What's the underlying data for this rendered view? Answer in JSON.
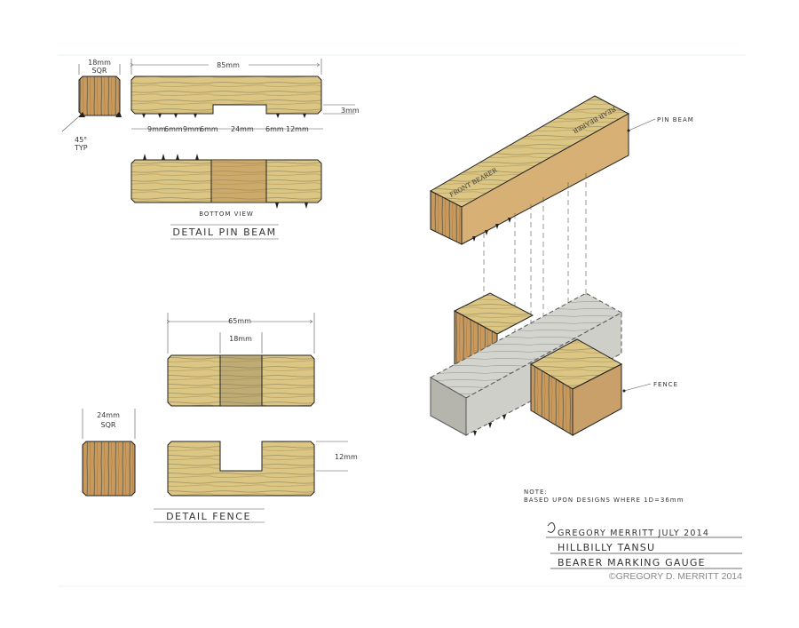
{
  "pin_beam_detail": {
    "end_size": "18mm",
    "end_sqr": "SQR",
    "chamfer": "45°",
    "chamfer_typ": "TYP",
    "length": "85mm",
    "notch_depth": "3mm",
    "spacings": [
      "9mm",
      "6mm",
      "9mm",
      "6mm",
      "24mm",
      "6mm",
      "12mm"
    ],
    "bottom_view_label": "BOTTOM VIEW",
    "title": "DETAIL PIN BEAM"
  },
  "fence_detail": {
    "length": "65mm",
    "slot_width": "18mm",
    "end_size": "24mm",
    "end_sqr": "SQR",
    "slot_depth": "12mm",
    "title": "DETAIL FENCE"
  },
  "isometric": {
    "pin_beam_label": "PIN BEAM",
    "fence_label": "FENCE",
    "front_marking": "FRONT BEARER",
    "rear_marking": "REAR BEARER"
  },
  "note": {
    "heading": "NOTE:",
    "text": "BASED UPON DESIGNS WHERE 1D=36mm"
  },
  "title_block": {
    "author_date": "GREGORY MERRITT   JULY 2014",
    "project": "HILLBILLY TANSU",
    "drawing": "BEARER MARKING GAUGE",
    "copyright": "©GREGORY D. MERRITT 2014"
  },
  "colors": {
    "wood": "#d8c27e",
    "wood_dark": "#b8874e",
    "fence_gray": "#c9c9c4",
    "ink": "#222222"
  }
}
